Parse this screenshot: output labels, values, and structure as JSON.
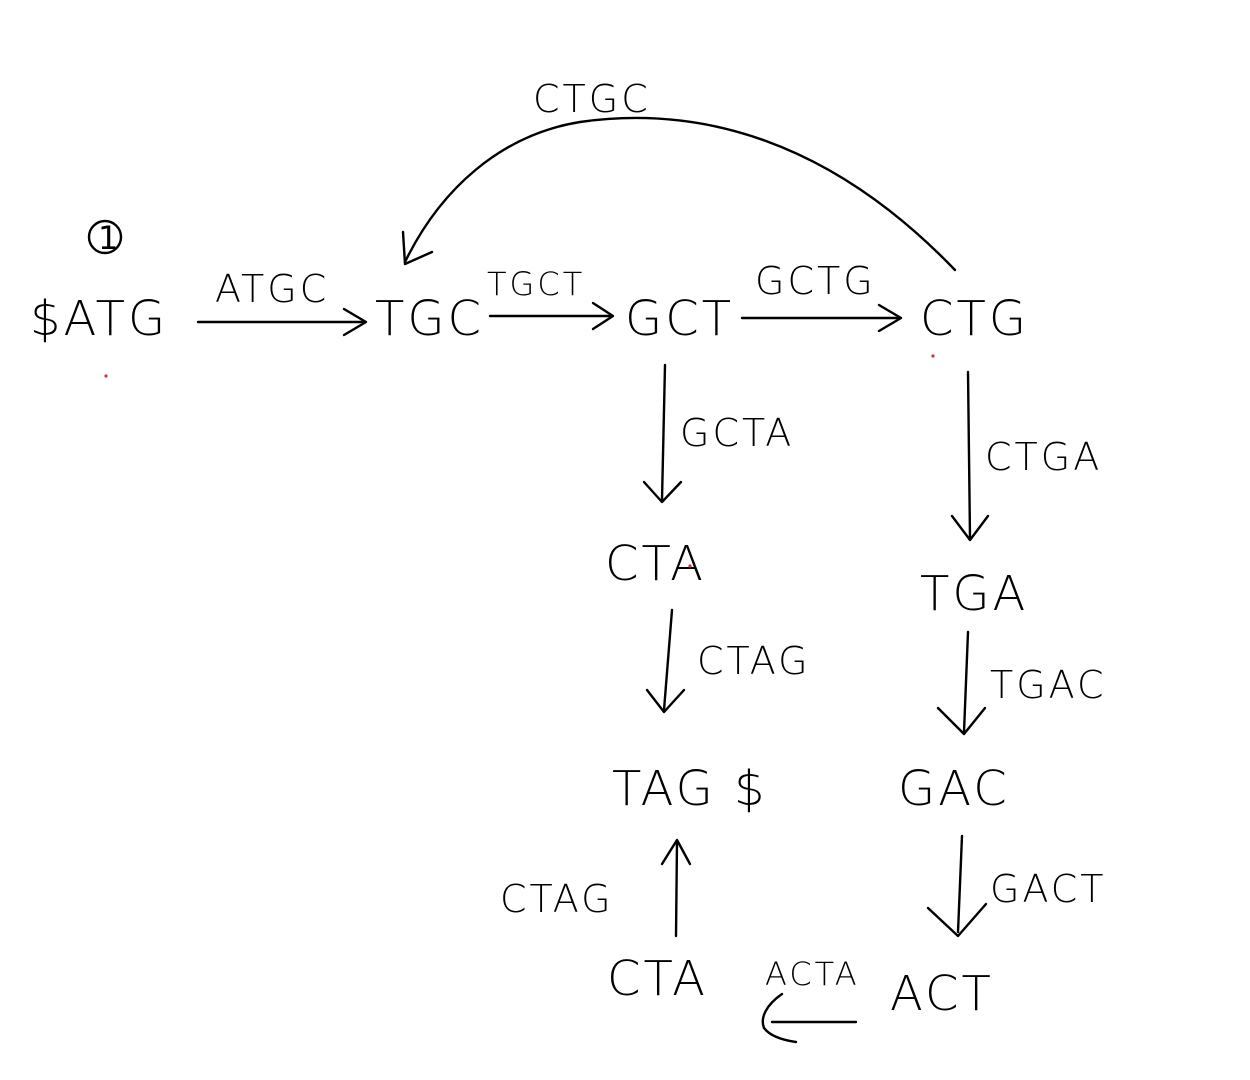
{
  "marker": "1",
  "nodes": {
    "n_satg": "$ATG",
    "n_tgc": "TGC",
    "n_gct": "GCT",
    "n_ctg": "CTG",
    "n_cta": "CTA",
    "n_tga": "TGA",
    "n_tags": "TAG $",
    "n_gac": "GAC",
    "n_cta2": "CTA",
    "n_act": "ACT"
  },
  "edges": {
    "e_atgc": "ATGC",
    "e_tgct": "TGCT",
    "e_gctg": "GCTG",
    "e_ctgc": "CTGC",
    "e_gcta": "GCTA",
    "e_ctga": "CTGA",
    "e_ctag": "CTAG",
    "e_tgac": "TGAC",
    "e_gact": "GACT",
    "e_acta": "ACTA",
    "e_ctag2": "CTAG"
  },
  "colors": {
    "ink": "#000000",
    "background": "#ffffff",
    "speck": "#c23b3b"
  }
}
